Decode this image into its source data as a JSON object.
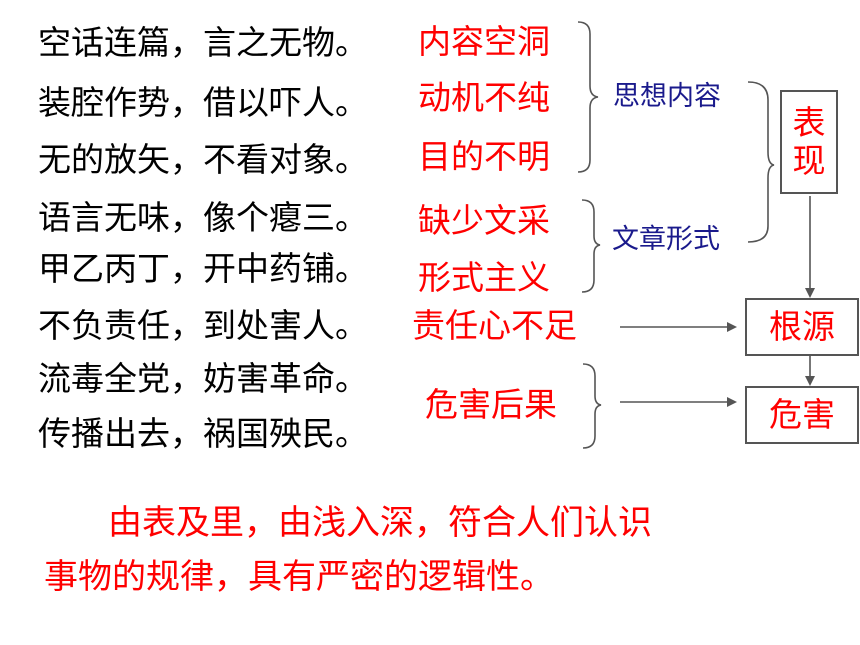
{
  "lines": [
    "空话连篇，言之无物。",
    "装腔作势，借以吓人。",
    "无的放矢，不看对象。",
    "语言无味，像个瘪三。",
    "甲乙丙丁，开中药铺。",
    "不负责任，到处害人。",
    "流毒全党，妨害革命。",
    "传播出去，祸国殃民。"
  ],
  "labels": {
    "content_empty": "内容空洞",
    "motive_impure": "动机不纯",
    "purpose_unclear": "目的不明",
    "lack_style": "缺少文采",
    "formalism": "形式主义",
    "lack_responsibility": "责任心不足",
    "harm_consequence": "危害后果"
  },
  "categories": {
    "thought_content": "思想内容",
    "article_form": "文章形式"
  },
  "boxes": {
    "manifestation": "表\n现",
    "root": "根源",
    "harm": "危害"
  },
  "conclusion": {
    "line1": "由表及里，由浅入深，符合人们认识",
    "line2": "事物的规律，具有严密的逻辑性。"
  },
  "colors": {
    "red": "#ff0000",
    "blue": "#1a1a8c",
    "text": "#000000"
  }
}
